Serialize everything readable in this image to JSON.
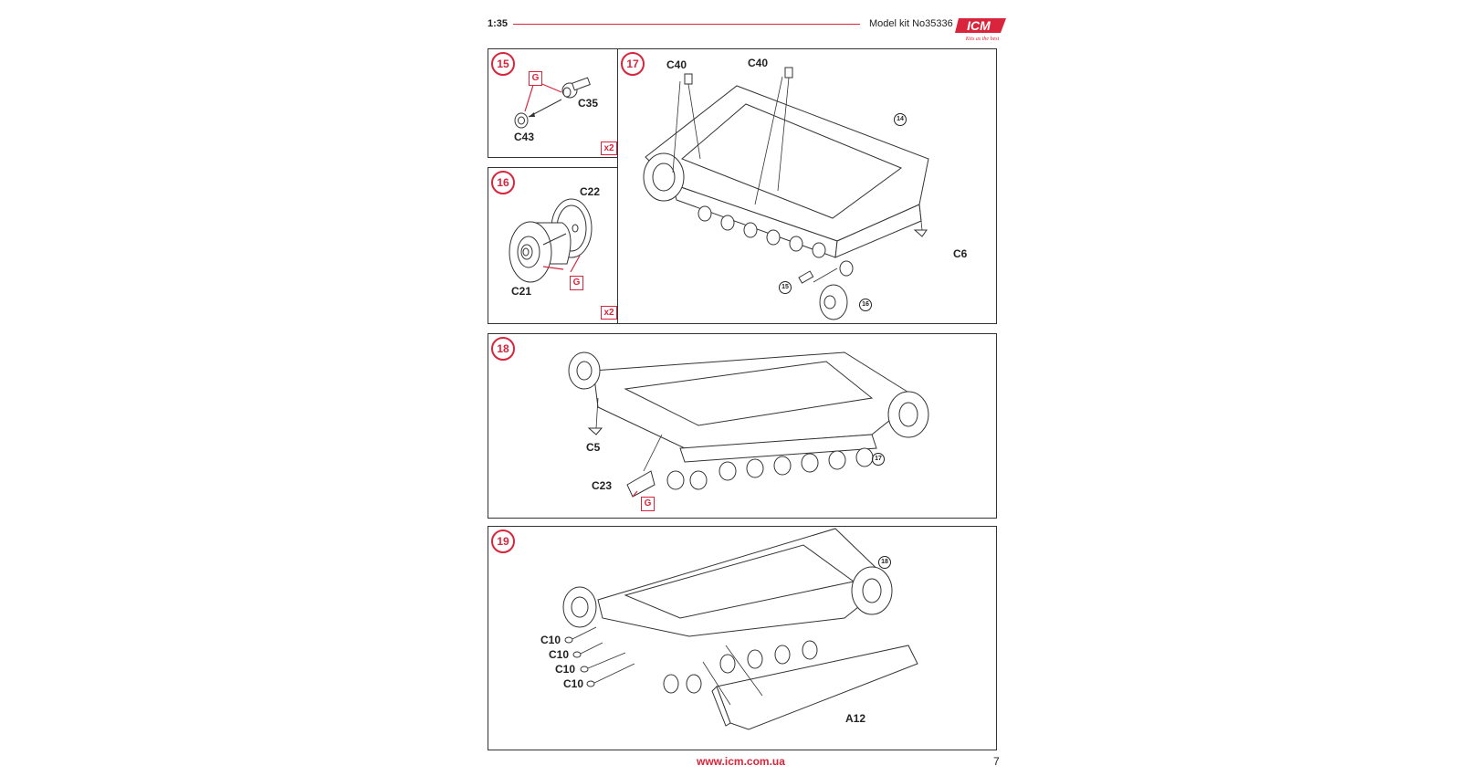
{
  "header": {
    "scale": "1:35",
    "kit": "Model kit No35336",
    "logo_text": "ICM",
    "logo_tagline": "Kits as the best"
  },
  "panels": {
    "step15": {
      "number": "15",
      "labels": {
        "a": "C35",
        "b": "C43"
      },
      "glue": "G",
      "multiplier": "x2"
    },
    "step16": {
      "number": "16",
      "labels": {
        "a": "C22",
        "b": "C21"
      },
      "glue": "G",
      "multiplier": "x2"
    },
    "step17": {
      "number": "17",
      "labels": {
        "c40a": "C40",
        "c40b": "C40",
        "c6": "C6"
      },
      "refs": {
        "r14": "14",
        "r15": "15",
        "r16": "16"
      }
    },
    "step18": {
      "number": "18",
      "labels": {
        "c5": "C5",
        "c23": "C23"
      },
      "glue": "G",
      "refs": {
        "r17": "17"
      }
    },
    "step19": {
      "number": "19",
      "labels": {
        "c10a": "C10",
        "c10b": "C10",
        "c10c": "C10",
        "c10d": "C10",
        "a12": "A12"
      },
      "refs": {
        "r18": "18"
      }
    }
  },
  "footer": {
    "url": "www.icm.com.ua",
    "page": "7"
  },
  "colors": {
    "accent": "#d9253b",
    "line": "#333333"
  }
}
